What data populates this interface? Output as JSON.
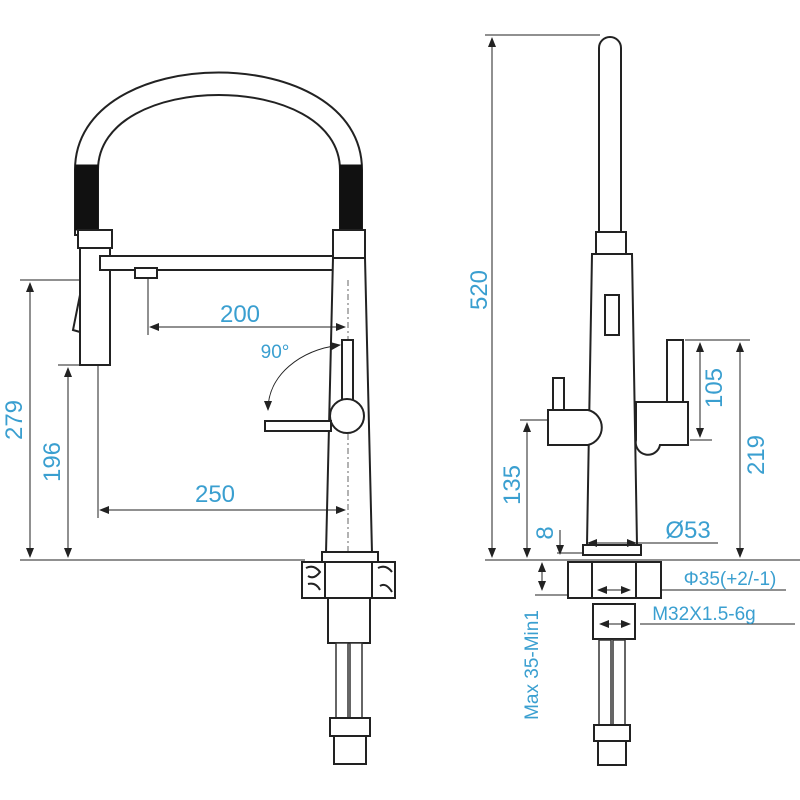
{
  "title": "Kitchen faucet dimension drawing",
  "left_view": {
    "reach_spray": "200",
    "reach_spout": "250",
    "rotation": "90°",
    "height_spray": "279",
    "height_lever": "196"
  },
  "right_view": {
    "total_height": "520",
    "lever_height": "105",
    "lever_top": "219",
    "side_lever_height": "135",
    "base_thickness": "8",
    "base_diameter": "Ø53",
    "hole_diameter": "Φ35(+2/-1)",
    "thread": "M32X1.5-6g",
    "counter_thickness": "Max 35-Min1"
  },
  "colors": {
    "label": "#3a9fd0",
    "line": "#222222"
  }
}
